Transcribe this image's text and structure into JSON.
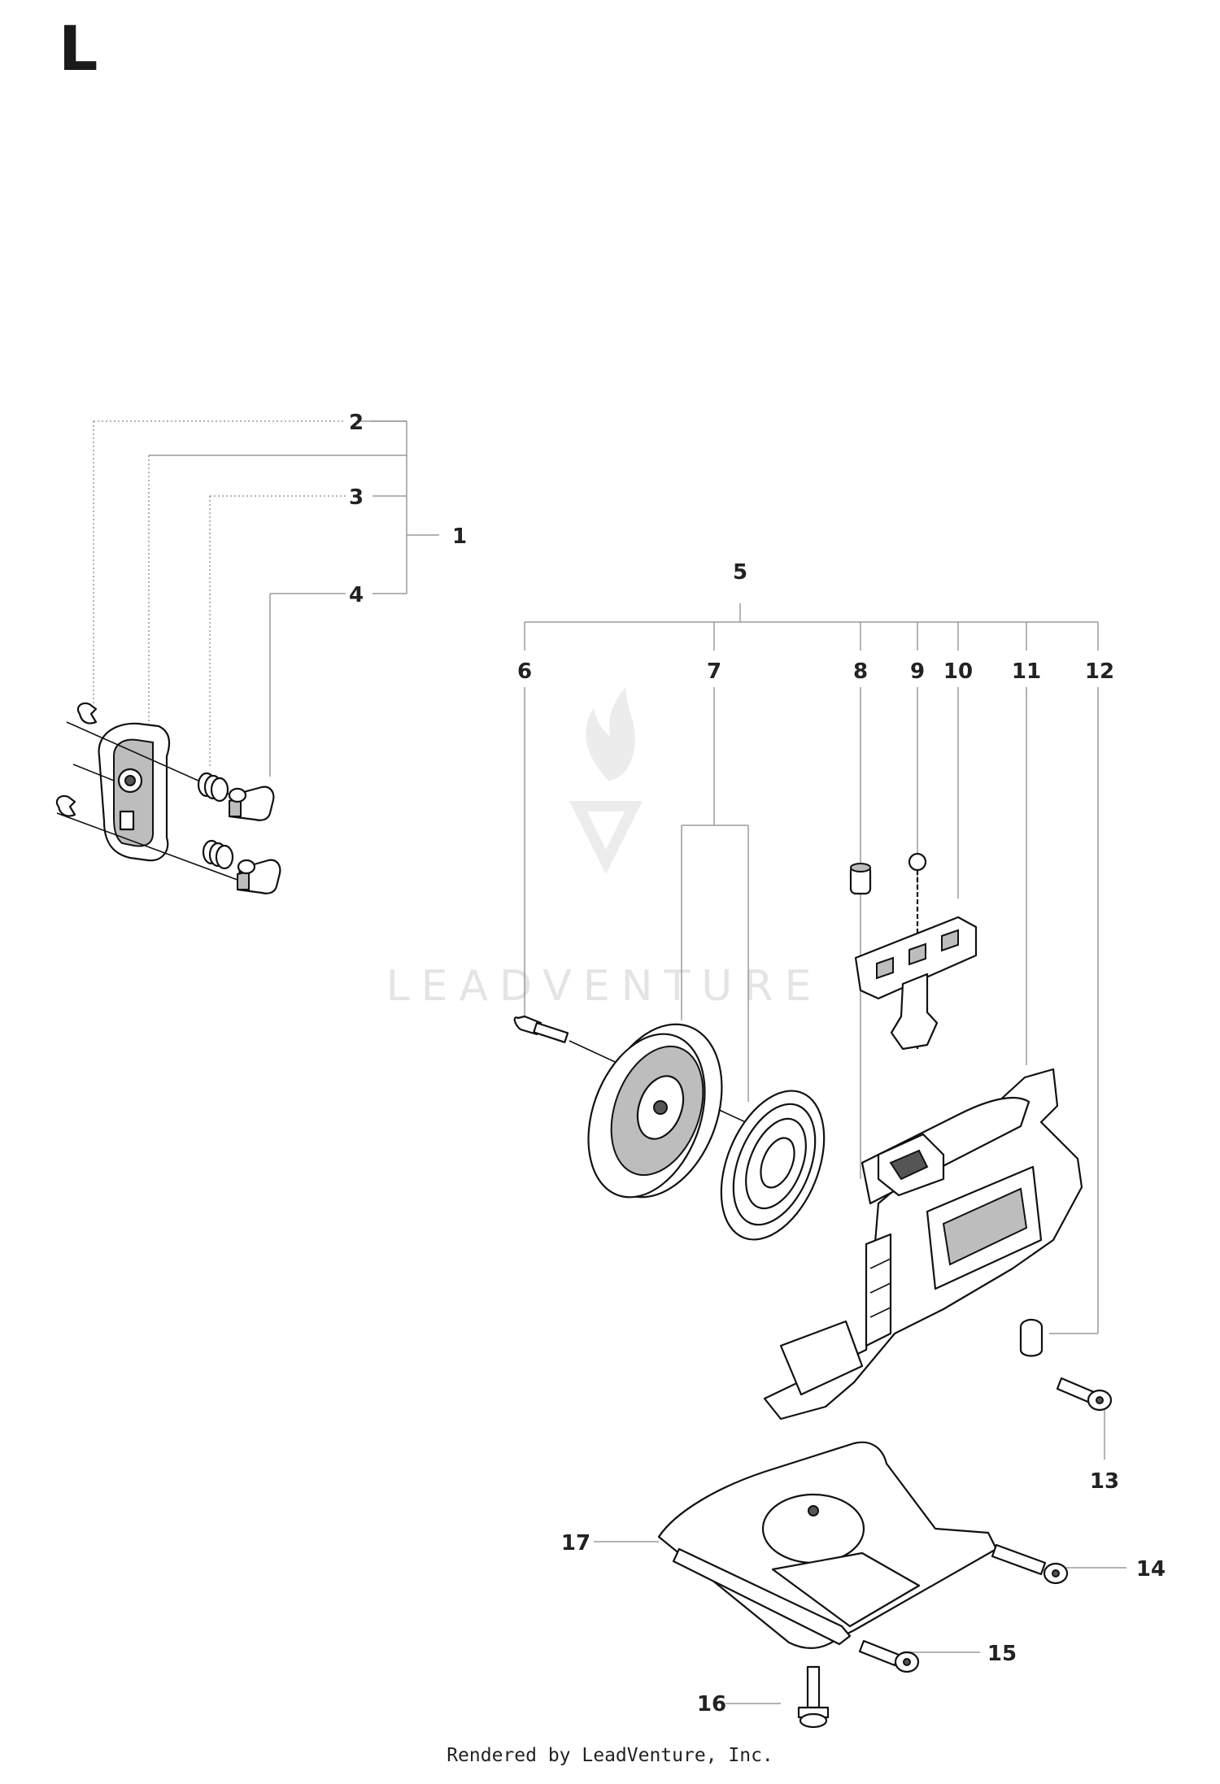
{
  "section_letter": "L",
  "watermark": "LEADVENTURE",
  "footer": "Rendered by LeadVenture, Inc.",
  "callouts": {
    "c1": "1",
    "c2": "2",
    "c3": "3",
    "c4": "4",
    "c5": "5",
    "c6": "6",
    "c7": "7",
    "c8": "8",
    "c9": "9",
    "c10": "10",
    "c11": "11",
    "c12": "12",
    "c13": "13",
    "c14": "14",
    "c15": "15",
    "c16": "16",
    "c17": "17"
  },
  "colors": {
    "line": "#111111",
    "leader": "#9a9a9a",
    "shade": "#bdbdbd",
    "watermark": "#e4e4e4"
  }
}
